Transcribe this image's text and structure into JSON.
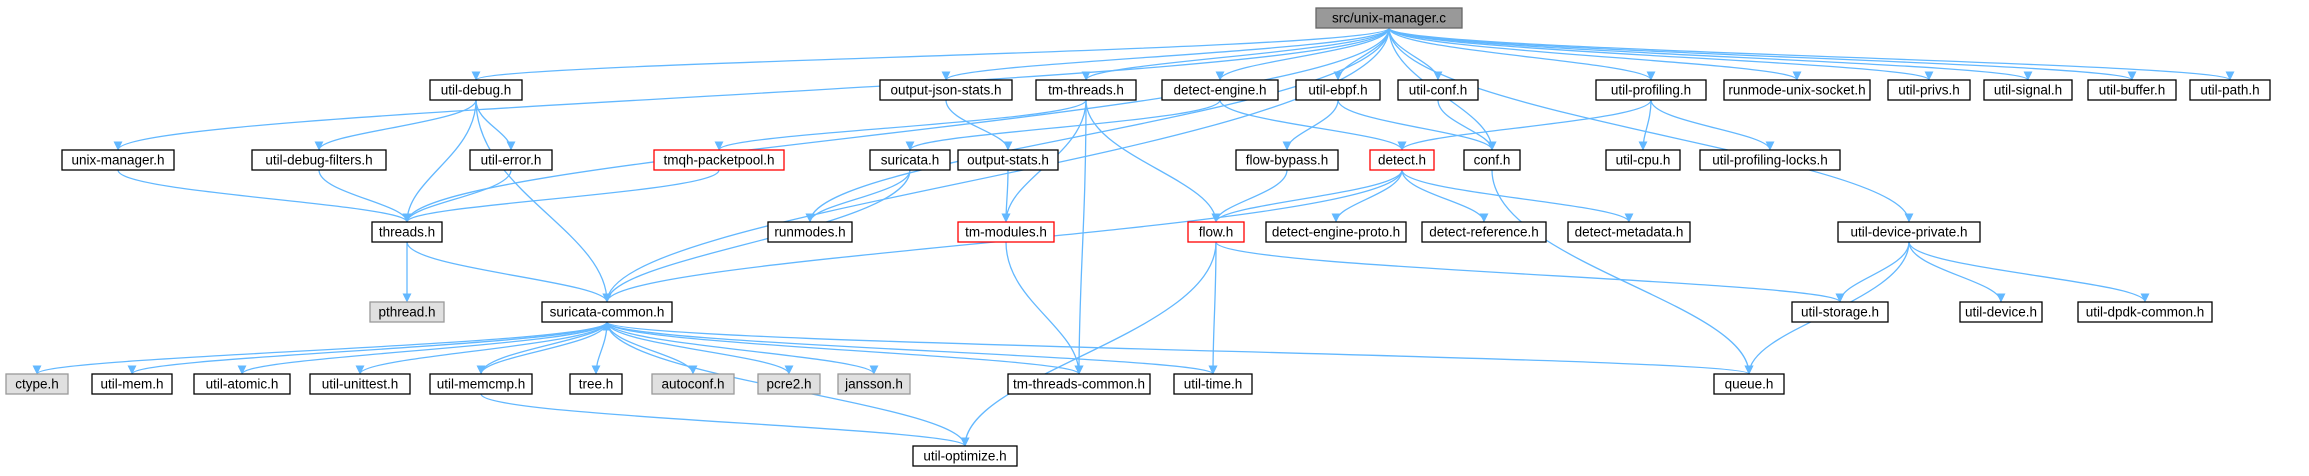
{
  "colors": {
    "edge": "#63b8ff",
    "root_fill": "#999999",
    "root_border": "#666666",
    "node_fill": "#ffffff",
    "node_border": "#000000",
    "system_fill": "#e0e0e0",
    "system_border": "#999999",
    "truncated_border": "#ff0000"
  },
  "nodes": [
    {
      "id": "unix_manager_c",
      "label": "src/unix-manager.c",
      "kind": "root"
    },
    {
      "id": "unix_manager_h",
      "label": "unix-manager.h",
      "kind": "normal"
    },
    {
      "id": "util_debug_h",
      "label": "util-debug.h",
      "kind": "normal"
    },
    {
      "id": "output_json_stats_h",
      "label": "output-json-stats.h",
      "kind": "normal"
    },
    {
      "id": "tm_threads_h",
      "label": "tm-threads.h",
      "kind": "normal"
    },
    {
      "id": "detect_engine_h",
      "label": "detect-engine.h",
      "kind": "normal"
    },
    {
      "id": "util_ebpf_h",
      "label": "util-ebpf.h",
      "kind": "normal"
    },
    {
      "id": "util_conf_h",
      "label": "util-conf.h",
      "kind": "normal"
    },
    {
      "id": "util_profiling_h",
      "label": "util-profiling.h",
      "kind": "normal"
    },
    {
      "id": "runmode_unix_socket_h",
      "label": "runmode-unix-socket.h",
      "kind": "normal"
    },
    {
      "id": "util_privs_h",
      "label": "util-privs.h",
      "kind": "normal"
    },
    {
      "id": "util_signal_h",
      "label": "util-signal.h",
      "kind": "normal"
    },
    {
      "id": "util_buffer_h",
      "label": "util-buffer.h",
      "kind": "normal"
    },
    {
      "id": "util_path_h",
      "label": "util-path.h",
      "kind": "normal"
    },
    {
      "id": "util_debug_filters_h",
      "label": "util-debug-filters.h",
      "kind": "normal"
    },
    {
      "id": "util_error_h",
      "label": "util-error.h",
      "kind": "normal"
    },
    {
      "id": "tmqh_packetpool_h",
      "label": "tmqh-packetpool.h",
      "kind": "truncated"
    },
    {
      "id": "suricata_h",
      "label": "suricata.h",
      "kind": "normal"
    },
    {
      "id": "output_stats_h",
      "label": "output-stats.h",
      "kind": "normal"
    },
    {
      "id": "flow_bypass_h",
      "label": "flow-bypass.h",
      "kind": "normal"
    },
    {
      "id": "detect_h",
      "label": "detect.h",
      "kind": "truncated"
    },
    {
      "id": "conf_h",
      "label": "conf.h",
      "kind": "normal"
    },
    {
      "id": "util_cpu_h",
      "label": "util-cpu.h",
      "kind": "normal"
    },
    {
      "id": "util_profiling_locks_h",
      "label": "util-profiling-locks.h",
      "kind": "normal"
    },
    {
      "id": "threads_h",
      "label": "threads.h",
      "kind": "normal"
    },
    {
      "id": "runmodes_h",
      "label": "runmodes.h",
      "kind": "normal"
    },
    {
      "id": "tm_modules_h",
      "label": "tm-modules.h",
      "kind": "truncated"
    },
    {
      "id": "flow_h",
      "label": "flow.h",
      "kind": "truncated"
    },
    {
      "id": "detect_engine_proto_h",
      "label": "detect-engine-proto.h",
      "kind": "normal"
    },
    {
      "id": "detect_reference_h",
      "label": "detect-reference.h",
      "kind": "normal"
    },
    {
      "id": "detect_metadata_h",
      "label": "detect-metadata.h",
      "kind": "normal"
    },
    {
      "id": "util_device_private_h",
      "label": "util-device-private.h",
      "kind": "normal"
    },
    {
      "id": "pthread_h",
      "label": "pthread.h",
      "kind": "system"
    },
    {
      "id": "suricata_common_h",
      "label": "suricata-common.h",
      "kind": "normal"
    },
    {
      "id": "util_storage_h",
      "label": "util-storage.h",
      "kind": "normal"
    },
    {
      "id": "util_device_h",
      "label": "util-device.h",
      "kind": "normal"
    },
    {
      "id": "util_dpdk_common_h",
      "label": "util-dpdk-common.h",
      "kind": "normal"
    },
    {
      "id": "ctype_h",
      "label": "ctype.h",
      "kind": "system"
    },
    {
      "id": "util_mem_h",
      "label": "util-mem.h",
      "kind": "normal"
    },
    {
      "id": "util_atomic_h",
      "label": "util-atomic.h",
      "kind": "normal"
    },
    {
      "id": "util_unittest_h",
      "label": "util-unittest.h",
      "kind": "normal"
    },
    {
      "id": "util_memcmp_h",
      "label": "util-memcmp.h",
      "kind": "normal"
    },
    {
      "id": "tree_h",
      "label": "tree.h",
      "kind": "normal"
    },
    {
      "id": "autoconf_h",
      "label": "autoconf.h",
      "kind": "system"
    },
    {
      "id": "pcre2_h",
      "label": "pcre2.h",
      "kind": "system"
    },
    {
      "id": "jansson_h",
      "label": "jansson.h",
      "kind": "system"
    },
    {
      "id": "tm_threads_common_h",
      "label": "tm-threads-common.h",
      "kind": "normal"
    },
    {
      "id": "util_time_h",
      "label": "util-time.h",
      "kind": "normal"
    },
    {
      "id": "queue_h",
      "label": "queue.h",
      "kind": "normal"
    },
    {
      "id": "util_optimize_h",
      "label": "util-optimize.h",
      "kind": "normal"
    }
  ],
  "edges": [
    [
      "unix_manager_c",
      "unix_manager_h"
    ],
    [
      "unix_manager_c",
      "util_debug_h"
    ],
    [
      "unix_manager_c",
      "output_json_stats_h"
    ],
    [
      "unix_manager_c",
      "tm_threads_h"
    ],
    [
      "unix_manager_c",
      "detect_engine_h"
    ],
    [
      "unix_manager_c",
      "util_ebpf_h"
    ],
    [
      "unix_manager_c",
      "util_conf_h"
    ],
    [
      "unix_manager_c",
      "util_profiling_h"
    ],
    [
      "unix_manager_c",
      "runmode_unix_socket_h"
    ],
    [
      "unix_manager_c",
      "util_privs_h"
    ],
    [
      "unix_manager_c",
      "util_signal_h"
    ],
    [
      "unix_manager_c",
      "util_buffer_h"
    ],
    [
      "unix_manager_c",
      "util_path_h"
    ],
    [
      "unix_manager_c",
      "threads_h"
    ],
    [
      "unix_manager_c",
      "suricata_common_h"
    ],
    [
      "unix_manager_c",
      "runmodes_h"
    ],
    [
      "unix_manager_c",
      "conf_h"
    ],
    [
      "unix_manager_c",
      "util_device_private_h"
    ],
    [
      "unix_manager_h",
      "threads_h"
    ],
    [
      "util_debug_h",
      "util_debug_filters_h"
    ],
    [
      "util_debug_h",
      "util_error_h"
    ],
    [
      "util_debug_h",
      "threads_h"
    ],
    [
      "util_debug_h",
      "suricata_common_h"
    ],
    [
      "util_debug_filters_h",
      "threads_h"
    ],
    [
      "util_error_h",
      "threads_h"
    ],
    [
      "output_json_stats_h",
      "output_stats_h"
    ],
    [
      "output_stats_h",
      "tm_modules_h"
    ],
    [
      "tm_threads_h",
      "tmqh_packetpool_h"
    ],
    [
      "tm_threads_h",
      "tm_modules_h"
    ],
    [
      "tm_threads_h",
      "flow_h"
    ],
    [
      "tm_threads_h",
      "tm_threads_common_h"
    ],
    [
      "tmqh_packetpool_h",
      "threads_h"
    ],
    [
      "detect_engine_h",
      "suricata_h"
    ],
    [
      "detect_engine_h",
      "detect_h"
    ],
    [
      "suricata_h",
      "runmodes_h"
    ],
    [
      "suricata_h",
      "suricata_common_h"
    ],
    [
      "util_ebpf_h",
      "flow_bypass_h"
    ],
    [
      "util_ebpf_h",
      "conf_h"
    ],
    [
      "flow_bypass_h",
      "flow_h"
    ],
    [
      "util_conf_h",
      "conf_h"
    ],
    [
      "util_profiling_h",
      "detect_h"
    ],
    [
      "util_profiling_h",
      "util_cpu_h"
    ],
    [
      "util_profiling_h",
      "util_profiling_locks_h"
    ],
    [
      "detect_h",
      "flow_h"
    ],
    [
      "detect_h",
      "suricata_common_h"
    ],
    [
      "detect_h",
      "detect_engine_proto_h"
    ],
    [
      "detect_h",
      "detect_reference_h"
    ],
    [
      "detect_h",
      "detect_metadata_h"
    ],
    [
      "conf_h",
      "queue_h"
    ],
    [
      "threads_h",
      "pthread_h"
    ],
    [
      "threads_h",
      "suricata_common_h"
    ],
    [
      "tm_modules_h",
      "tm_threads_common_h"
    ],
    [
      "flow_h",
      "util_storage_h"
    ],
    [
      "flow_h",
      "util_time_h"
    ],
    [
      "flow_h",
      "util_optimize_h"
    ],
    [
      "util_device_private_h",
      "util_storage_h"
    ],
    [
      "util_device_private_h",
      "util_device_h"
    ],
    [
      "util_device_private_h",
      "util_dpdk_common_h"
    ],
    [
      "util_device_private_h",
      "queue_h"
    ],
    [
      "suricata_common_h",
      "ctype_h"
    ],
    [
      "suricata_common_h",
      "util_mem_h"
    ],
    [
      "suricata_common_h",
      "util_atomic_h"
    ],
    [
      "suricata_common_h",
      "util_unittest_h"
    ],
    [
      "suricata_common_h",
      "util_memcmp_h"
    ],
    [
      "suricata_common_h",
      "tree_h"
    ],
    [
      "suricata_common_h",
      "autoconf_h"
    ],
    [
      "suricata_common_h",
      "pcre2_h"
    ],
    [
      "suricata_common_h",
      "jansson_h"
    ],
    [
      "suricata_common_h",
      "tm_threads_common_h"
    ],
    [
      "suricata_common_h",
      "util_time_h"
    ],
    [
      "suricata_common_h",
      "queue_h"
    ],
    [
      "suricata_common_h",
      "util_optimize_h"
    ],
    [
      "util_memcmp_h",
      "suricata_common_h"
    ],
    [
      "util_memcmp_h",
      "util_optimize_h"
    ]
  ]
}
